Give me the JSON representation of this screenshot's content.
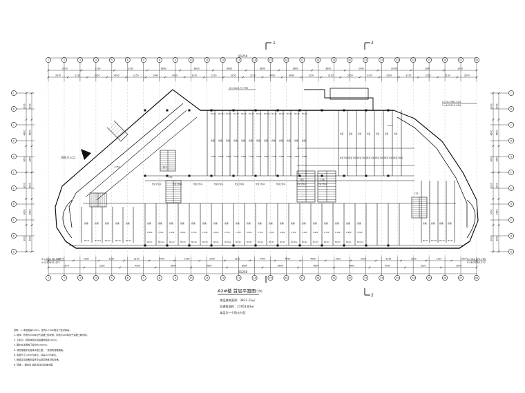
{
  "title": {
    "main": "A2#楼 首层平面图",
    "scale": "1:150",
    "area_lines": [
      "本层建筑面积：3812.32㎡",
      "总建筑面积：21953.83㎡",
      "本层为一个防火分区"
    ]
  },
  "dims": {
    "total": "91250",
    "top_row1": [
      "2870",
      "2130",
      "3150",
      "8600",
      "8600",
      "8600",
      "8600",
      "8600",
      "8600",
      "2400",
      "10000",
      "1300",
      "2870"
    ],
    "top_row2": [
      "2870",
      "2130",
      "3150",
      "4050",
      "2150",
      "1940",
      "4050",
      "3150",
      "3150",
      "3150",
      "3150",
      "4400",
      "4600",
      "3150",
      "3150",
      "3150",
      "3150",
      "2500",
      "3150",
      "3150",
      "3150",
      "2870"
    ],
    "bottom_row1": [
      "2870",
      "5230",
      "3150",
      "3150",
      "4400",
      "3150",
      "3150",
      "3150",
      "4400",
      "4400",
      "4600",
      "3150",
      "3150",
      "3150",
      "3150",
      "3150",
      "2870"
    ],
    "bottom_row2": [
      "2870",
      "5230",
      "4050",
      "8600",
      "8600",
      "8600",
      "8600",
      "8600",
      "8600",
      "4050",
      "5230",
      "2870"
    ],
    "left": [
      "3000",
      "4800",
      "3600",
      "4200",
      "6600",
      "3000"
    ],
    "right": [
      "3000",
      "4600",
      "3600",
      "3200",
      "2600",
      "3000"
    ]
  },
  "axes": {
    "top": [
      "1",
      "2",
      "3",
      "4",
      "5",
      "6",
      "7",
      "8",
      "9",
      "10",
      "11",
      "12",
      "13",
      "14",
      "15",
      "16",
      "17",
      "18",
      "19",
      "20",
      "21",
      "22",
      "23",
      "24",
      "25",
      "26",
      "27",
      "28"
    ],
    "left": [
      "A",
      "B",
      "C",
      "D",
      "E",
      "F",
      "G",
      "H",
      "J",
      "K",
      "L"
    ],
    "right": [
      "A",
      "B",
      "C",
      "D",
      "E",
      "F",
      "G",
      "H",
      "J",
      "K",
      "L"
    ]
  },
  "sections": {
    "cut1": "1",
    "cut2": "2"
  },
  "entrance": "消防主入口",
  "coords": {
    "left": [
      "X=312158.460",
      "Y=442821.471"
    ],
    "right": [
      "X=312175.760",
      "Y=443083.377"
    ],
    "top_right": [
      "X=311981.425",
      "Y=443112.434"
    ],
    "top_center": "X=312177.759"
  },
  "rooms": {
    "shop_label": "商铺",
    "toilet_label": "管道卫生间",
    "elev_labels": [
      "0.800",
      "0.700",
      "1.200",
      "-0.050"
    ],
    "door_labels": [
      "MC-01",
      "MC-01a",
      "MC-02",
      "MC-03",
      "MC-04",
      "MC-05"
    ],
    "stair_labels": [
      "LT1",
      "LT2",
      "LT3",
      "LT4",
      "LT5"
    ]
  },
  "notes": [
    "说明：1. 本层层高5.00m，室内±0.000相当于绝对标高。",
    "2. 墙体：外墙为200厚加气混凝土砌块墙，内墙为200厚加气混凝土砌块墙。",
    "3. 卫生间、厨房地面比同层楼地面低20mm。",
    "4. 图中未注明的门垛均为100mm。",
    "5. 消防栓箱详见给排水施工图，一层消防栓箱暗装。",
    "6. 本图尺寸以mm为单位，标高以m为单位。",
    "7. 管道井待设备安装完毕后用同墙体材料封堵。",
    "8. 商铺 一 铺位详 总图 标注详见施工图。"
  ]
}
